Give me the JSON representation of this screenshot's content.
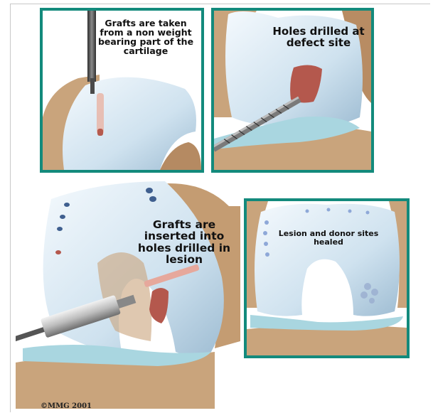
{
  "captions": {
    "grafts_taken": "Grafts are taken from a non weight bearing part of the cartilage",
    "holes_drilled": "Holes drilled at defect site",
    "grafts_inserted": "Grafts are inserted into holes drilled in lesion",
    "healed": "Lesion and donor sites healed"
  },
  "copyright": "©MMG 2001",
  "colors": {
    "frame": "#138a7c",
    "cartilage": "#d9e9f4",
    "bone": "#c8a27a",
    "meniscus": "#a9d6e0",
    "graft": "#c06a60",
    "instrument": "#5c5c5c"
  }
}
